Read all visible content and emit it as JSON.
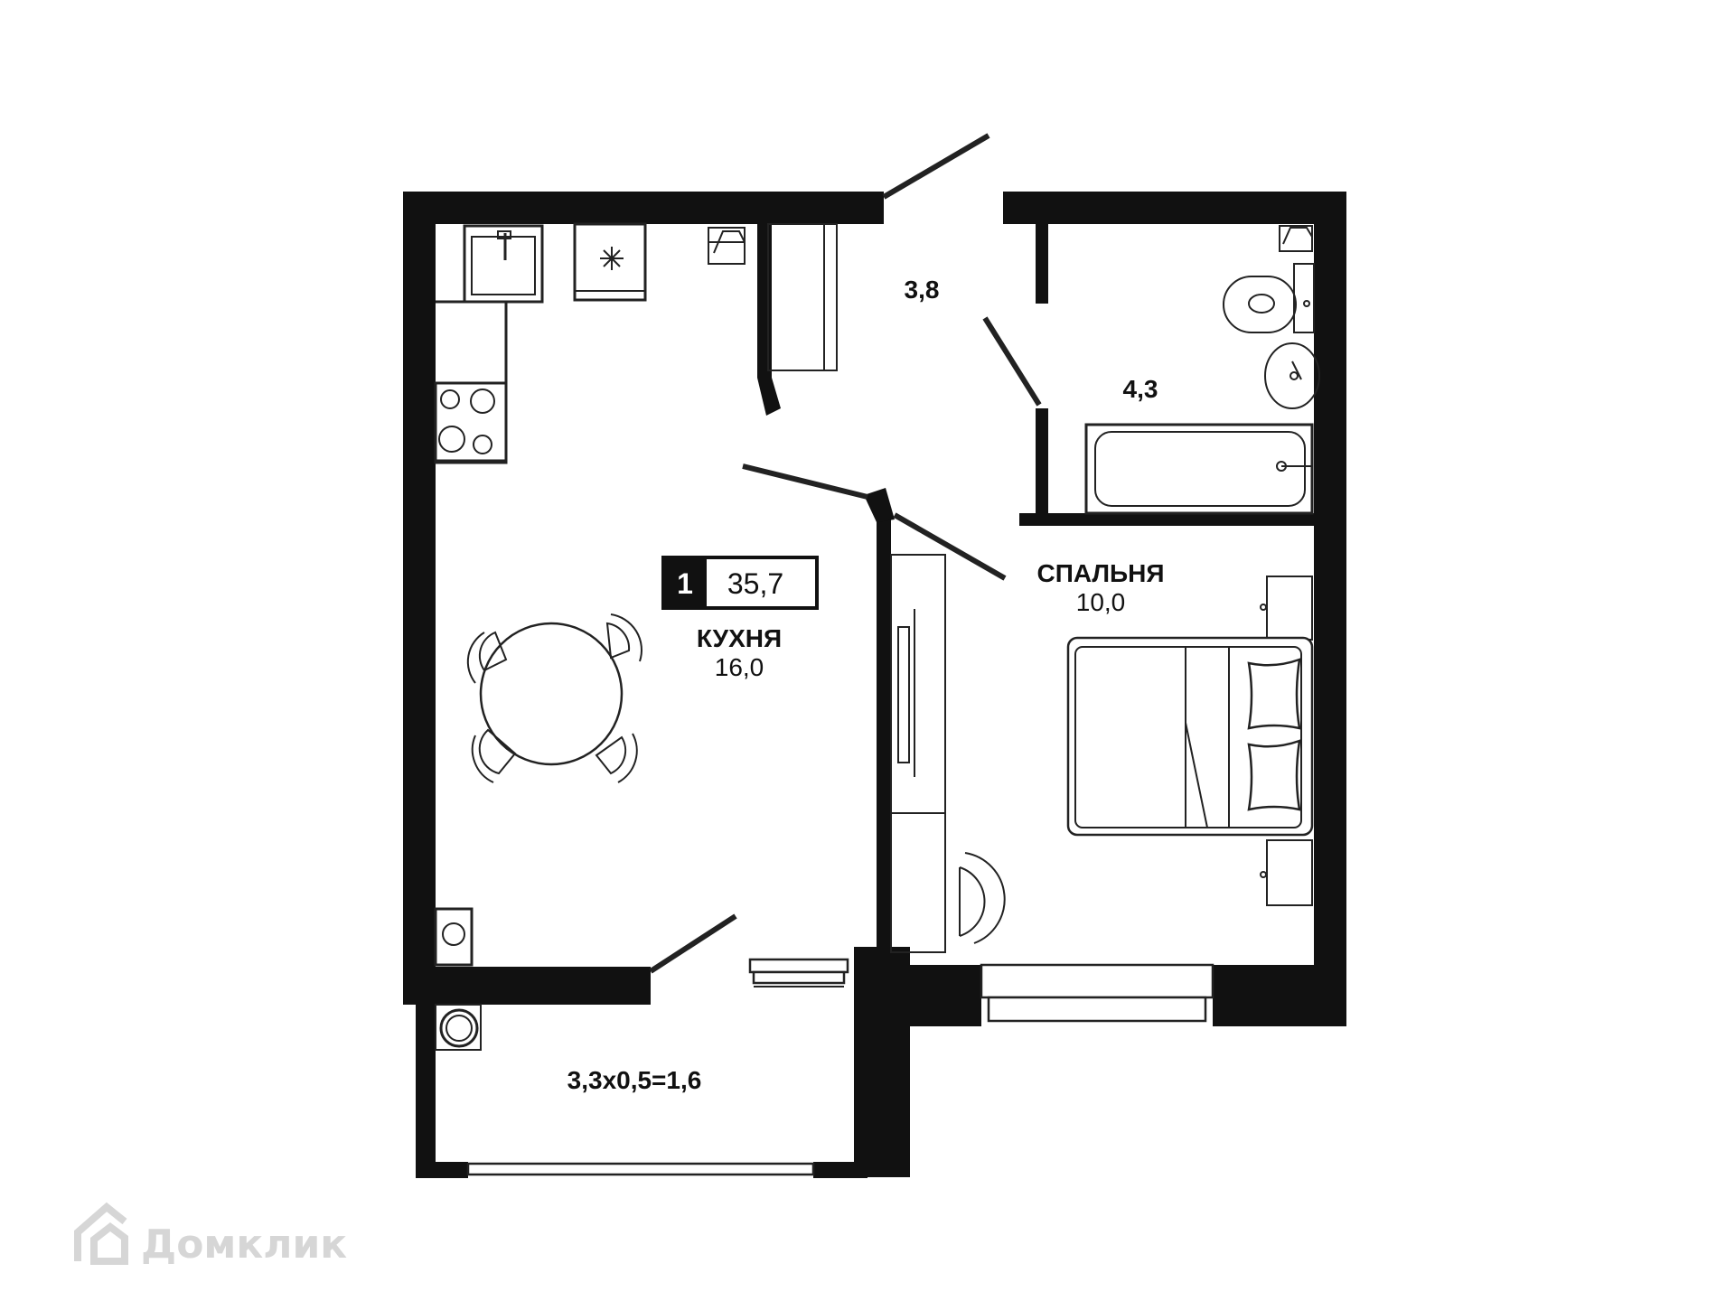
{
  "apartment": {
    "rooms_count": "1",
    "total_area": "35,7"
  },
  "rooms": {
    "hall_area": "3,8",
    "bathroom_area": "4,3",
    "kitchen_name": "КУХНЯ",
    "kitchen_area": "16,0",
    "bedroom_name": "СПАЛЬНЯ",
    "bedroom_area": "10,0",
    "balcony_area": "3,3х0,5=1,6"
  },
  "watermark": {
    "text": "Домклик",
    "icon": "house-logo-icon"
  }
}
